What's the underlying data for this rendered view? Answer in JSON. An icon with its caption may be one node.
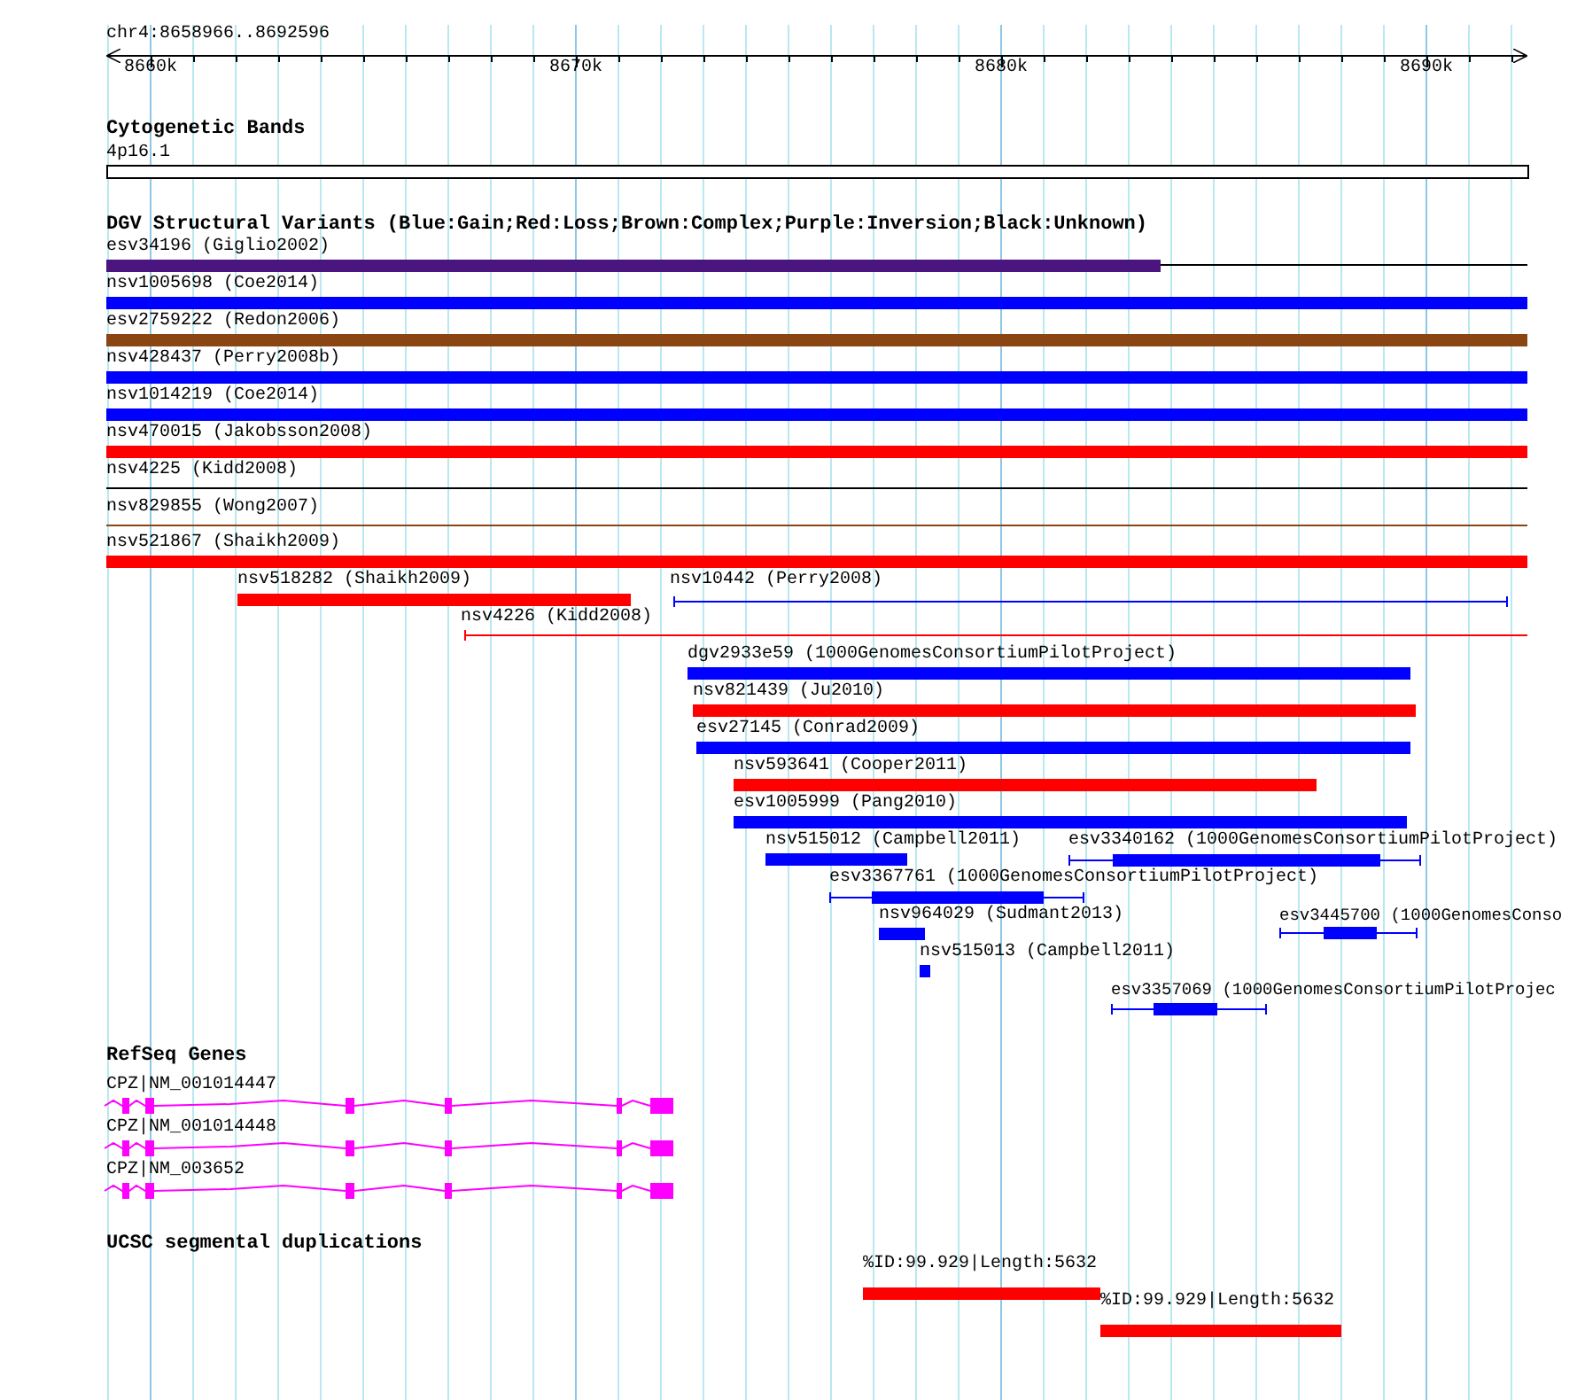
{
  "diagram": {
    "labels": [
      "chr4:8658966..8692596",
      "8660k",
      "8670k",
      "8680k",
      "8690k",
      "Cytogenetic Bands",
      "4p16.1",
      "DGV Structural Variants (Blue:Gain;Red:Loss;Brown:Complex;Purple:Inversion;Black:Unknown)",
      "esv34196 (Giglio2002)",
      "nsv1005698 (Coe2014)",
      "esv2759222 (Redon2006)",
      "nsv428437 (Perry2008b)",
      "nsv1014219 (Coe2014)",
      "nsv470015 (Jakobsson2008)",
      "nsv4225 (Kidd2008)",
      "nsv829855 (Wong2007)",
      "nsv521867 (Shaikh2009)",
      "nsv518282 (Shaikh2009)",
      "nsv10442 (Perry2008)",
      "nsv4226 (Kidd2008)",
      "dgv2933e59 (1000GenomesConsortiumPilotProject)",
      "nsv821439 (Ju2010)",
      "esv27145 (Conrad2009)",
      "nsv593641 (Cooper2011)",
      "esv1005999 (Pang2010)",
      "nsv515012 (Campbell2011)",
      "esv3340162 (1000GenomesConsortiumPilotProject)",
      "esv3367761 (1000GenomesConsortiumPilotProject)",
      "nsv964029 (Sudmant2013)",
      "esv3445700 (1000GenomesConso",
      "nsv515013 (Campbell2011)",
      "esv3357069 (1000GenomesConsortiumPilotProjec",
      "RefSeq Genes",
      "CPZ|NM_001014447",
      "CPZ|NM_001014448",
      "CPZ|NM_003652",
      "UCSC segmental duplications",
      "%ID:99.929|Length:5632",
      "%ID:99.929|Length:5632"
    ]
  }
}
